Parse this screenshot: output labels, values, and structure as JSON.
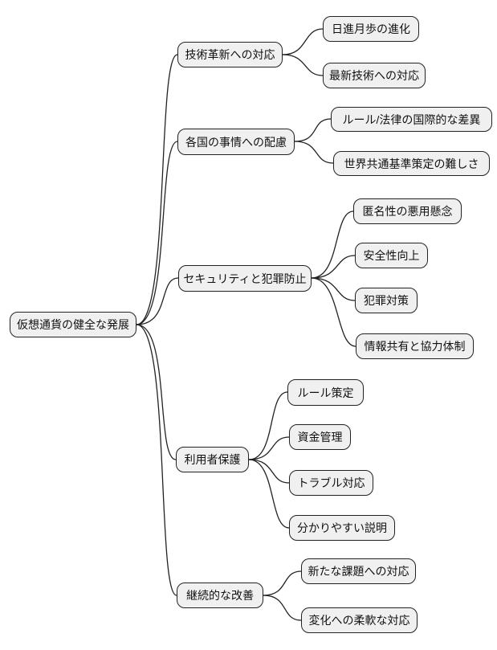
{
  "theme": {
    "background": "#ffffff",
    "node_fill": "#f0f0f0",
    "node_border": "#222222",
    "line": "#222222"
  },
  "diagram": {
    "type": "mindmap",
    "root": {
      "label": "仮想通貨の健全な発展"
    },
    "branches": [
      {
        "label": "技術革新への対応",
        "children": [
          {
            "label": "日進月歩の進化"
          },
          {
            "label": "最新技術への対応"
          }
        ]
      },
      {
        "label": "各国の事情への配慮",
        "children": [
          {
            "label": "ルール/法律の国際的な差異"
          },
          {
            "label": "世界共通基準策定の難しさ"
          }
        ]
      },
      {
        "label": "セキュリティと犯罪防止",
        "children": [
          {
            "label": "匿名性の悪用懸念"
          },
          {
            "label": "安全性向上"
          },
          {
            "label": "犯罪対策"
          },
          {
            "label": "情報共有と協力体制"
          }
        ]
      },
      {
        "label": "利用者保護",
        "children": [
          {
            "label": "ルール策定"
          },
          {
            "label": "資金管理"
          },
          {
            "label": "トラブル対応"
          },
          {
            "label": "分かりやすい説明"
          }
        ]
      },
      {
        "label": "継続的な改善",
        "children": [
          {
            "label": "新たな課題への対応"
          },
          {
            "label": "変化への柔軟な対応"
          }
        ]
      }
    ]
  }
}
